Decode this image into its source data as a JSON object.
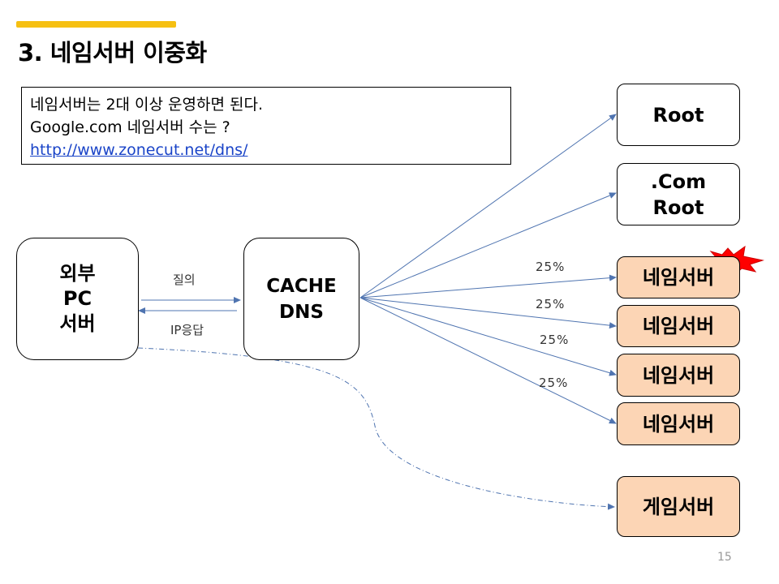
{
  "slide": {
    "title": "3. 네임서버 이중화",
    "page_number": "15",
    "accent_color": "#f6c012"
  },
  "note": {
    "line1": "네임서버는 2대 이상 운영하면 된다.",
    "line2": "Google.com 네임서버 수는 ?",
    "link": "http://www.zonecut.net/dns/"
  },
  "client": {
    "line1": "외부",
    "line2": "PC",
    "line3": "서버"
  },
  "cache": {
    "line1": "CACHE",
    "line2": "DNS"
  },
  "arrows": {
    "query": "질의",
    "response": "IP응답"
  },
  "servers": {
    "root": "Root",
    "com_root_line1": ".Com",
    "com_root_line2": "Root",
    "ns1": "네임서버",
    "ns2": "네임서버",
    "ns3": "네임서버",
    "ns4": "네임서버",
    "game": "게임서버"
  },
  "shares": {
    "ns1": "25%",
    "ns2": "25%",
    "ns3": "25%",
    "ns4": "25%"
  },
  "colors": {
    "server_fill": "#fcd5b5",
    "arrow": "#4f74b0",
    "burst": "#ff0000"
  },
  "icons": {
    "failure": "explosion-burst-icon"
  }
}
